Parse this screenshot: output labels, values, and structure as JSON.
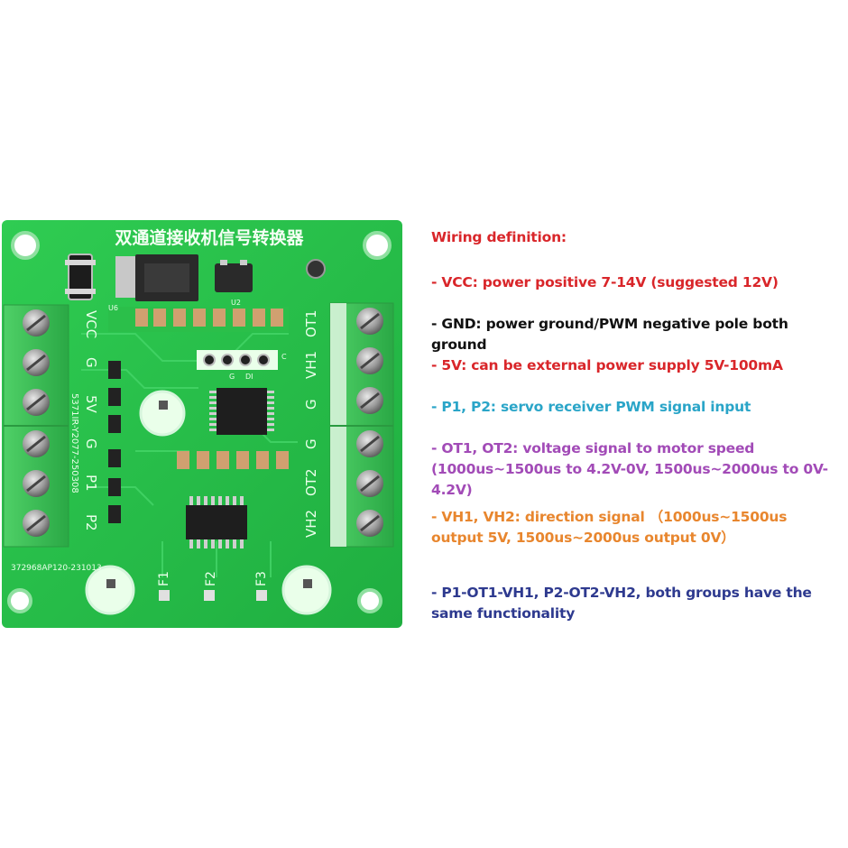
{
  "board": {
    "title": "双通道接收机信号转换器",
    "left_labels": [
      "VCC",
      "G",
      "5V",
      "G",
      "P1",
      "P2"
    ],
    "right_labels": [
      "OT1",
      "VH1",
      "G",
      "G",
      "OT2",
      "VH2"
    ],
    "bottom_labels": [
      "F1",
      "F2",
      "F3"
    ],
    "vertical_code": "5371IR-Y2077-250308",
    "bottom_code": "372968AP120-231013",
    "chip_u6": "U6",
    "chip_u2": "U2",
    "header_g": "G",
    "header_di": "DI",
    "header_c": "C",
    "colors": {
      "pcb": "#27c24a",
      "terminal": "#3dbb57",
      "chip": "#1e1e1e"
    }
  },
  "notes": {
    "colors": {
      "red": "#d9262a",
      "black": "#111111",
      "cyan": "#2aa5c8",
      "purple": "#a24bb7",
      "orange": "#e8862e",
      "navy": "#2e3a8f"
    },
    "items": [
      {
        "text": "Wiring definition:",
        "color": "#d9262a"
      },
      {
        "text": "- VCC: power positive 7-14V (suggested 12V)",
        "color": "#d9262a"
      },
      {
        "text": "- GND: power ground/PWM negative pole both ground",
        "color": "#111111"
      },
      {
        "text": "- 5V: can be external power supply 5V-100mA",
        "color": "#d9262a"
      },
      {
        "text": "- P1, P2: servo receiver PWM signal input",
        "color": "#2aa5c8"
      },
      {
        "text": "- OT1, OT2: voltage signal to motor speed (1000us~1500us to 4.2V-0V, 1500us~2000us to 0V-4.2V)",
        "color": "#a24bb7"
      },
      {
        "text": "- VH1, VH2: direction signal （1000us~1500us output 5V, 1500us~2000us output 0V）",
        "color": "#e8862e"
      },
      {
        "text": "- P1-OT1-VH1, P2-OT2-VH2, both groups have the same functionality",
        "color": "#2e3a8f"
      }
    ]
  }
}
